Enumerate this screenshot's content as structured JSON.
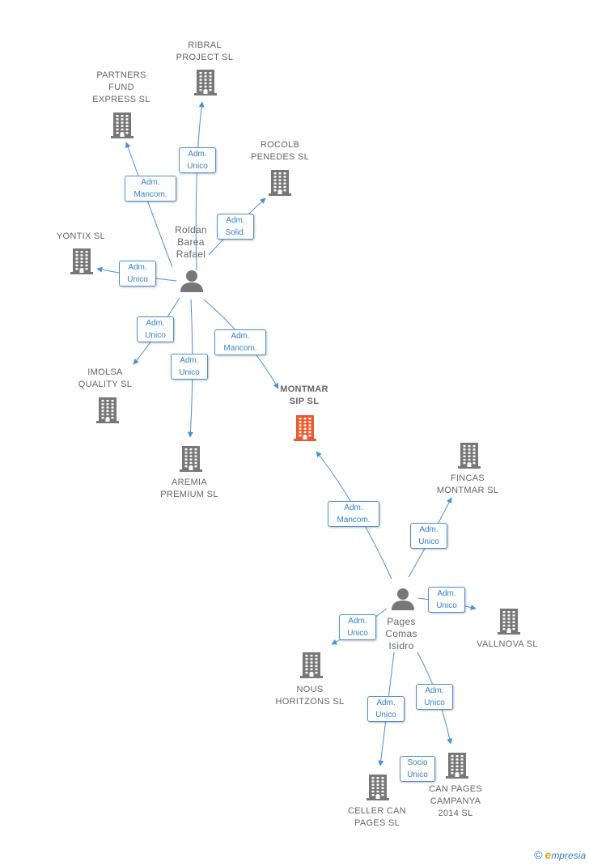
{
  "colors": {
    "company": "#777777",
    "focus_company": "#f0572d",
    "person": "#777777",
    "edge": "#4a90d9"
  },
  "companies": [
    {
      "id": "ribral",
      "label": "RIBRAL\nPROJECT SL"
    },
    {
      "id": "partners",
      "label": "PARTNERS\nFUND\nEXPRESS SL"
    },
    {
      "id": "rocolb",
      "label": "ROCOLB\nPENEDES SL"
    },
    {
      "id": "yontix",
      "label": "YONTIX SL"
    },
    {
      "id": "imolsa",
      "label": "IMOLSA\nQUALITY SL"
    },
    {
      "id": "aremia",
      "label": "AREMIA\nPREMIUM SL"
    },
    {
      "id": "montmar",
      "label": "MONTMAR\nSIP SL",
      "focus": true
    },
    {
      "id": "fincas",
      "label": "FINCAS\nMONTMAR SL"
    },
    {
      "id": "vallnova",
      "label": "VALLNOVA SL"
    },
    {
      "id": "nous",
      "label": "NOUS\nHORITZONS SL"
    },
    {
      "id": "celler",
      "label": "CELLER CAN\nPAGES SL"
    },
    {
      "id": "canpages",
      "label": "CAN PAGES\nCAMPANYA\n2014 SL"
    }
  ],
  "persons": [
    {
      "id": "roldan",
      "label": "Roldan\nBarea\nRafael"
    },
    {
      "id": "pages",
      "label": "Pages\nComas\nIsidro"
    }
  ],
  "roles": [
    {
      "from": "roldan",
      "to": "ribral",
      "label": "Adm.\nUnico"
    },
    {
      "from": "roldan",
      "to": "partners",
      "label": "Adm.\nMancom."
    },
    {
      "from": "roldan",
      "to": "rocolb",
      "label": "Adm.\nSolid."
    },
    {
      "from": "roldan",
      "to": "yontix",
      "label": "Adm.\nUnico"
    },
    {
      "from": "roldan",
      "to": "imolsa",
      "label": "Adm.\nUnico"
    },
    {
      "from": "roldan",
      "to": "aremia",
      "label": "Adm.\nUnico"
    },
    {
      "from": "roldan",
      "to": "montmar",
      "label": "Adm.\nMancom."
    },
    {
      "from": "pages",
      "to": "montmar",
      "label": "Adm.\nMancom."
    },
    {
      "from": "pages",
      "to": "fincas",
      "label": "Adm.\nUnico"
    },
    {
      "from": "pages",
      "to": "vallnova",
      "label": "Adm.\nUnico"
    },
    {
      "from": "pages",
      "to": "nous",
      "label": "Adm.\nUnico"
    },
    {
      "from": "pages",
      "to": "celler",
      "label": "Adm.\nUnico"
    },
    {
      "from": "pages",
      "to": "canpages",
      "label": "Adm.\nUnico"
    },
    {
      "from": "pages",
      "to": "canpages",
      "label": "Socio\nÚnico"
    }
  ],
  "footer": {
    "copyright": "©",
    "brand_initial": "e",
    "brand_rest": "mpresia"
  }
}
